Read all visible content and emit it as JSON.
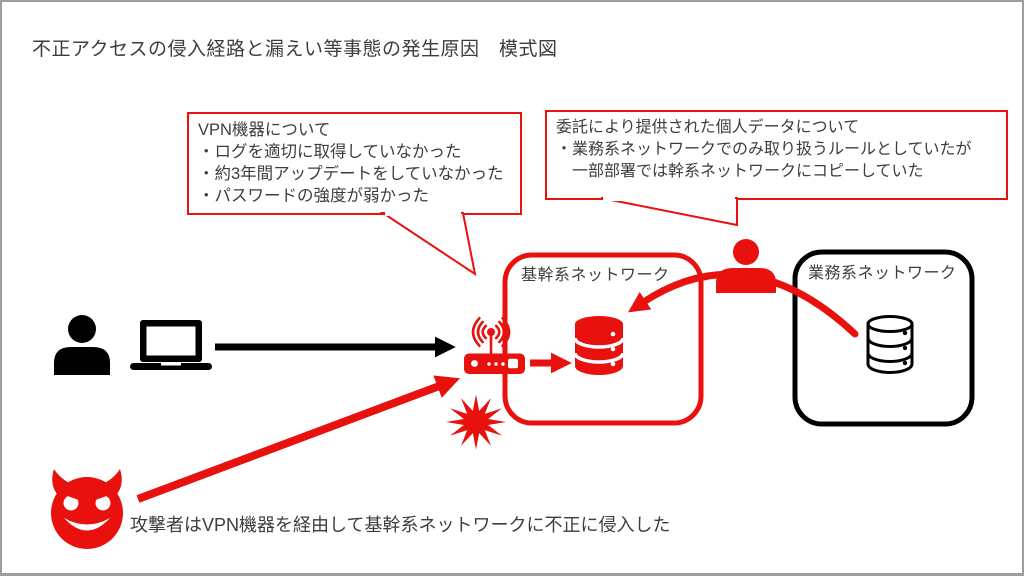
{
  "title": "不正アクセスの侵入経路と漏えい等事態の発生原因　模式図",
  "callouts": {
    "vpn": {
      "lines": [
        "VPN機器について",
        "・ログを適切に取得していなかった",
        "・約3年間アップデートをしていなかった",
        "・パスワードの強度が弱かった"
      ]
    },
    "data": {
      "lines": [
        "委託により提供された個人データについて",
        "・業務系ネットワークでのみ取り扱うルールとしていたが",
        "　一部部署では幹系ネットワークにコピーしていた"
      ]
    }
  },
  "networks": {
    "core": {
      "label": "基幹系ネットワーク"
    },
    "business": {
      "label": "業務系ネットワーク"
    }
  },
  "caption": "攻撃者はVPN機器を経由して基幹系ネットワークに不正に侵入した",
  "colors": {
    "accent_red": "#e8110e",
    "black": "#000000",
    "text_gray": "#3d3d3d",
    "frame_gray": "#9e9e9e"
  },
  "icons": {
    "user-icon": "black person silhouette (remote worker)",
    "laptop-icon": "black laptop",
    "wifi-router-icon": "red VPN router with antenna and wifi waves",
    "database-core-icon": "red database cylinder",
    "database-business-icon": "outlined database cylinder",
    "insider-person-icon": "red person silhouette (employee copying data)",
    "devil-icon": "red smiling devil face (attacker)",
    "burst-icon": "red explosion burst (breach point)"
  }
}
